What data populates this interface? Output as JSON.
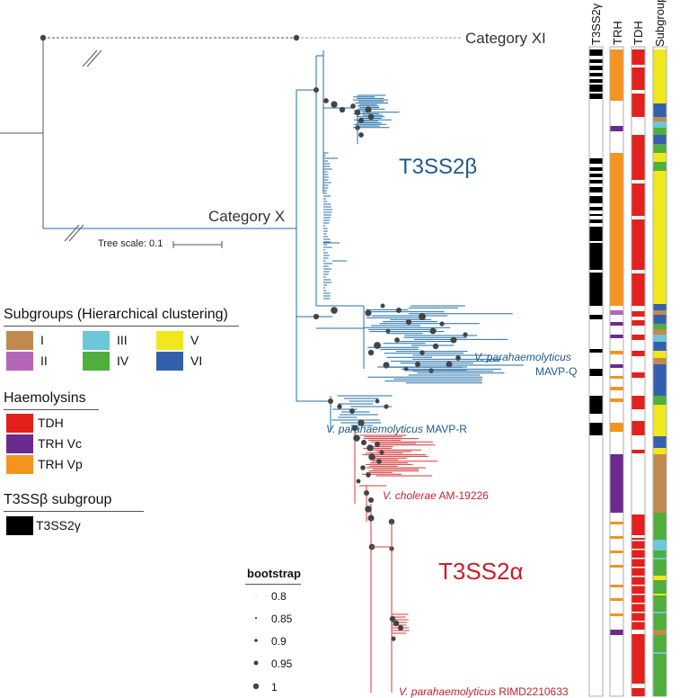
{
  "tree": {
    "scale_label": "Tree scale: 0.1",
    "category_xi": "Category XI",
    "category_x": "Category X",
    "clade_beta": "T3SS2β",
    "clade_alpha": "T3SS2α",
    "strains": {
      "mavp_q_italic": "V. parahaemolyticus",
      "mavp_q_name": "MAVP-Q",
      "mavp_r_italic": "V. parahaemolyticus",
      "mavp_r_name": "MAVP-R",
      "am_italic": "V. cholerae",
      "am_name": "AM-19226",
      "rimd_italic": "V. parahaemolyticus",
      "rimd_name": "RIMD2210633"
    }
  },
  "tracks": {
    "headers": [
      "T3SS2γ",
      "TRH",
      "TDH",
      "Subgroup"
    ]
  },
  "legend": {
    "subgroups": {
      "title": "Subgroups (Hierarchical clustering)",
      "items": [
        {
          "label": "I",
          "color": "#c08a4e"
        },
        {
          "label": "III",
          "color": "#6cc7d8"
        },
        {
          "label": "V",
          "color": "#f0e81c"
        },
        {
          "label": "II",
          "color": "#b565b8"
        },
        {
          "label": "IV",
          "color": "#4fae3c"
        },
        {
          "label": "VI",
          "color": "#3360ac"
        }
      ]
    },
    "haemolysins": {
      "title": "Haemolysins",
      "items": [
        {
          "label": "TDH",
          "color": "#e3201b"
        },
        {
          "label": "TRH Vc",
          "color": "#6d2a8e"
        },
        {
          "label": "TRH Vp",
          "color": "#f3941e"
        }
      ]
    },
    "t3ss": {
      "title": "T3SSβ subgroup",
      "items": [
        {
          "label": "T3SS2γ",
          "color": "#000000"
        }
      ]
    },
    "bootstrap": {
      "title": "bootstrap",
      "values": [
        "0.8",
        "0.85",
        "0.9",
        "0.95",
        "1"
      ]
    }
  },
  "colors": {
    "branch_blue": "#1f6fa8",
    "branch_red": "#d63a3a",
    "branch_grey": "#555555",
    "node": "#444444"
  }
}
